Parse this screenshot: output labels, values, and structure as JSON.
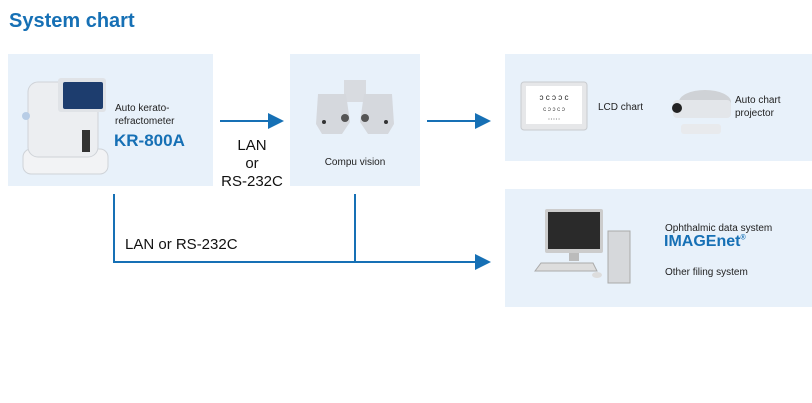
{
  "title": "System chart",
  "devices": {
    "refractometer": {
      "desc": "Auto kerato-refractometer",
      "model": "KR-800A"
    },
    "compu_vision": {
      "label": "Compu vision"
    },
    "lcd_chart": {
      "label": "LCD chart"
    },
    "chart_projector": {
      "label": "Auto chart projector"
    },
    "imagenet": {
      "desc": "Ophthalmic data system",
      "name": "IMAGEnet",
      "reg": "®",
      "other": "Other filing system"
    }
  },
  "connections": {
    "upper": {
      "line1": "LAN",
      "line2": "or",
      "line3": "RS-232C"
    },
    "lower": "LAN or RS-232C"
  },
  "colors": {
    "accent": "#1670b5",
    "box": "#e8f1fa"
  }
}
